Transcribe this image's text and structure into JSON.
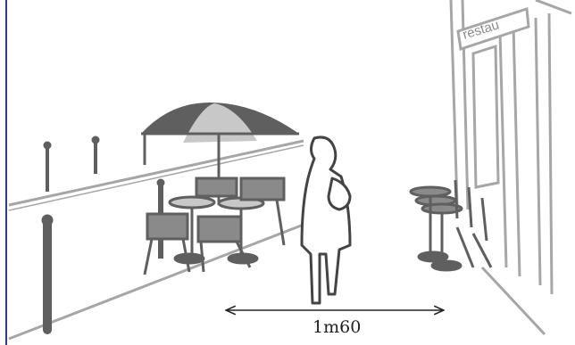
{
  "colors": {
    "edge_line": "#2a3f8f",
    "gray_outline": "#a6a6a6",
    "dark_gray": "#5f5f5f",
    "light_gray": "#c8c8c8",
    "text": "#222222"
  },
  "illustration": {
    "sign_text": "restau",
    "measurement": {
      "label": "1m60"
    },
    "elements": [
      "sidewalk-edge",
      "bollards",
      "umbrella",
      "cafe-tables",
      "chairs",
      "pedestrian",
      "restaurant-facade",
      "bistro-tables"
    ]
  }
}
